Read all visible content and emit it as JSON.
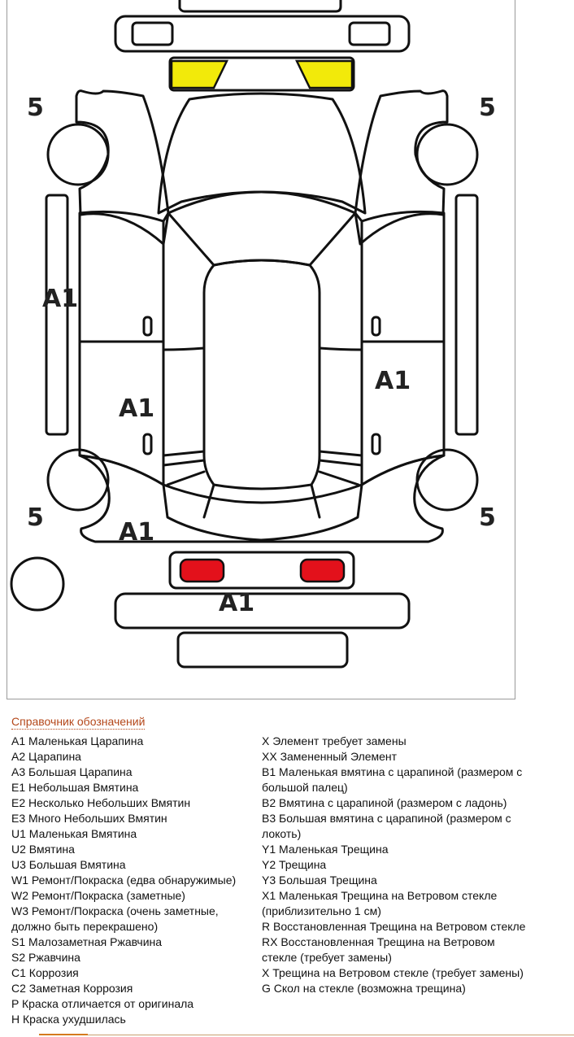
{
  "colors": {
    "highlight_yellow": "#f2ea0a",
    "highlight_red": "#e3111b",
    "legend_title": "#b4471a"
  },
  "diagram": {
    "marks": {
      "front_left_corner": "5",
      "front_right_corner": "5",
      "rear_left_corner": "5",
      "rear_right_corner": "5",
      "left_side_skirt": "A1",
      "left_rear_door": "A1",
      "right_rear_door": "A1",
      "rear_left_fender": "A1",
      "rear_bumper": "A1"
    },
    "highlighted_parts": [
      {
        "part": "front-lights",
        "color": "yellow"
      },
      {
        "part": "rear-lights",
        "color": "red"
      }
    ]
  },
  "legend": {
    "title": "Справочник обозначений",
    "left": [
      "A1 Маленькая Царапина",
      "A2 Царапина",
      "A3 Большая Царапина",
      "E1 Небольшая Вмятина",
      "E2 Несколько Небольших Вмятин",
      "E3 Много Небольших Вмятин",
      "U1 Маленькая Вмятина",
      "U2 Вмятина",
      "U3 Большая Вмятина",
      "W1 Ремонт/Покраска (едва обнаружимые)",
      "W2 Ремонт/Покраска (заметные)",
      "W3 Ремонт/Покраска (очень заметные, должно быть перекрашено)",
      "S1 Малозаметная Ржавчина",
      "S2 Ржавчина",
      "C1 Коррозия",
      "C2 Заметная Коррозия",
      "P Краска отличается от оригинала",
      "H Краска ухудшилась"
    ],
    "right": [
      "X Элемент требует замены",
      "XX Замененный Элемент",
      "B1 Маленькая вмятина с царапиной (размером с большой палец)",
      "B2 Вмятина с царапиной (размером с ладонь)",
      "B3 Большая вмятина с царапиной (размером с локоть)",
      "Y1 Маленькая Трещина",
      "Y2 Трещина",
      "Y3 Большая Трещина",
      "X1 Маленькая Трещина на Ветровом стекле (приблизительно 1 см)",
      "R Восстановленная Трещина на Ветровом стекле",
      "RX Восстановленная Трещина на Ветровом стекле (требует замены)",
      "X Трещина на Ветровом стекле (требует замены)",
      "G Скол на стекле (возможна трещина)"
    ]
  }
}
